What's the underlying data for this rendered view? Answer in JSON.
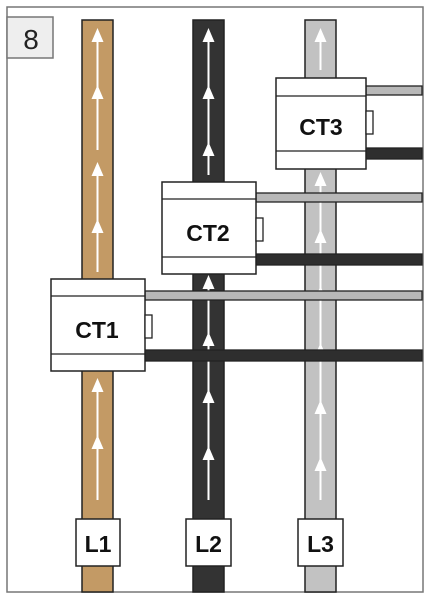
{
  "step_number": "8",
  "colors": {
    "frame": "#777777",
    "l1": "#c39a65",
    "l2": "#333333",
    "l3": "#c2c2c2",
    "lead_light": "#b8b8b8",
    "lead_dark": "#2e2e2e",
    "arrow": "#ffffff",
    "box_fill": "#ffffff",
    "box_stroke": "#222222"
  },
  "conductors": [
    {
      "id": "l1",
      "label": "L1",
      "color_key": "l1"
    },
    {
      "id": "l2",
      "label": "L2",
      "color_key": "l2"
    },
    {
      "id": "l3",
      "label": "L3",
      "color_key": "l3"
    }
  ],
  "transformers": [
    {
      "id": "ct1",
      "label": "CT1",
      "conductor": "l1"
    },
    {
      "id": "ct2",
      "label": "CT2",
      "conductor": "l2"
    },
    {
      "id": "ct3",
      "label": "CT3",
      "conductor": "l3"
    }
  ]
}
